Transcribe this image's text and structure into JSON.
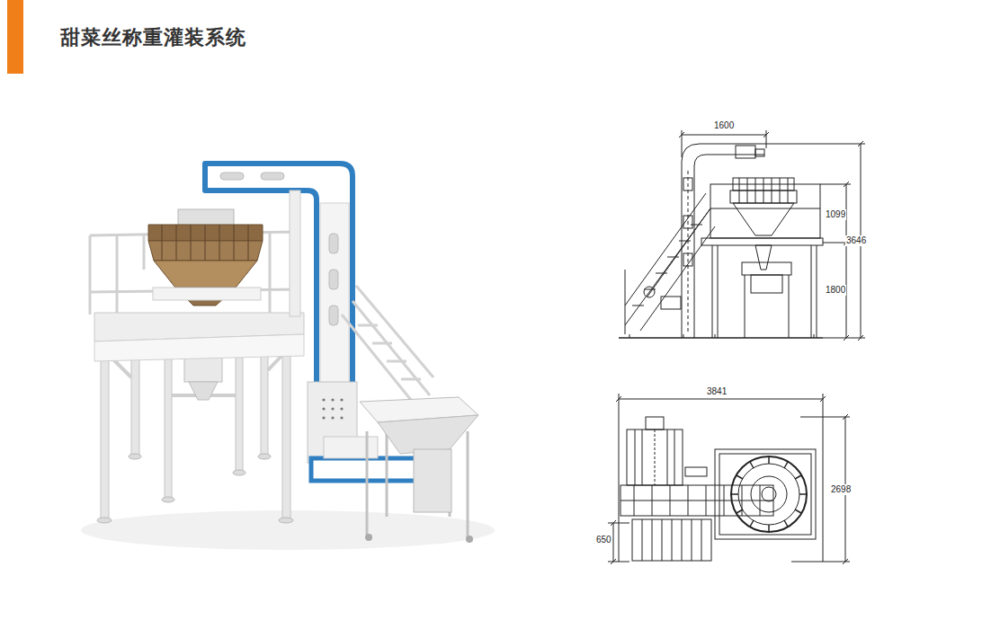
{
  "diagram": {
    "title": "甜菜丝称重灌装系统",
    "labels": [
      "1600",
      "1099",
      "3646",
      "1800",
      "3841",
      "2698",
      "650"
    ]
  }
}
